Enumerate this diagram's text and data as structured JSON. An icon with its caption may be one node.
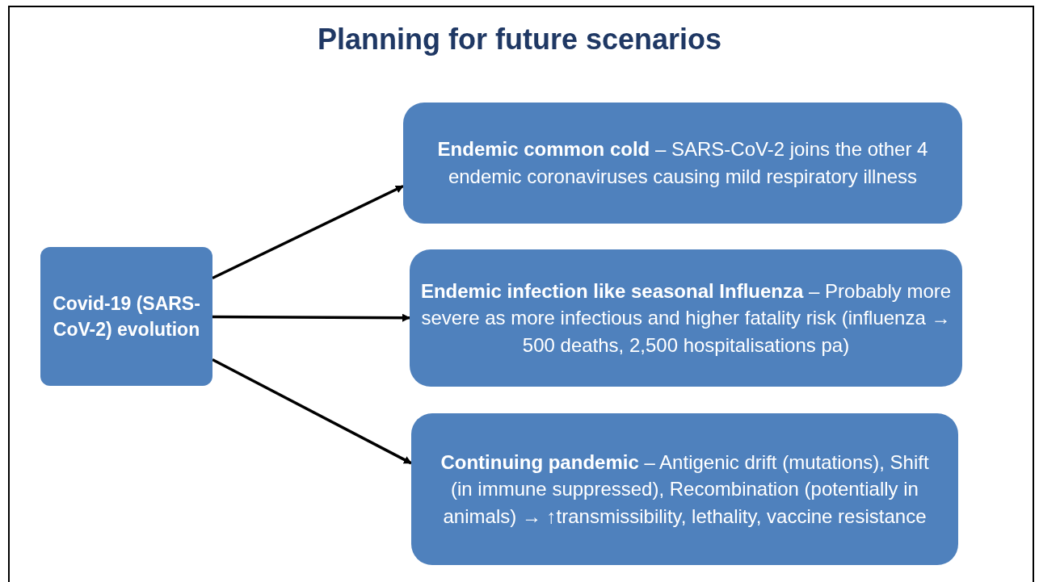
{
  "diagram": {
    "title": "Planning for future scenarios",
    "nodes": [
      {
        "text": [
          "Covid-19 (SARS-CoV-2) evolution"
        ]
      },
      {
        "text": [
          "**Endemic common cold** – SARS-CoV-2 joins the other 4 endemic coronaviruses causing mild respiratory illness"
        ]
      },
      {
        "text": [
          "**Endemic infection like seasonal Influenza** – Probably more severe as more infectious and higher fatality risk (influenza → 500 deaths, 2,500 hospitalisations pa)"
        ]
      },
      {
        "text": [
          "**Continuing pandemic** – Antigenic drift (mutations), Shift (in immune suppressed), Recombination (potentially in animals) → ↑transmissibility, lethality, vaccine resistance"
        ]
      }
    ],
    "edges": [
      {
        "from": 0,
        "to": 1,
        "arrow": "to"
      },
      {
        "from": 0,
        "to": 2,
        "arrow": "to"
      },
      {
        "from": 0,
        "to": 3,
        "arrow": "to"
      }
    ]
  }
}
